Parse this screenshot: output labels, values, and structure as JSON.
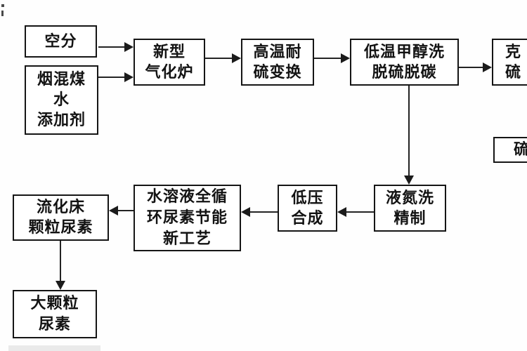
{
  "diagram": {
    "nodes": {
      "air_separation": {
        "line1": "空分"
      },
      "coal_water_additive": {
        "line1": "烟混煤",
        "line2": "水",
        "line3": "添加剂"
      },
      "gasifier": {
        "line1": "新型",
        "line2": "气化炉"
      },
      "shift_conversion": {
        "line1": "高温耐",
        "line2": "硫变换"
      },
      "methanol_wash": {
        "line1": "低温甲醇洗",
        "line2": "脱硫脱碳"
      },
      "claus_recovery_cut": {
        "line1": "克",
        "line2": "硫"
      },
      "sulfur_cut": {
        "line1": "硫"
      },
      "nitrogen_wash": {
        "line1": "液氮洗",
        "line2": "精制"
      },
      "low_pressure_synthesis": {
        "line1": "低压",
        "line2": "合成"
      },
      "urea_process": {
        "line1": "水溶液全循",
        "line2": "环尿素节能",
        "line3": "新工艺"
      },
      "fluidized_bed_urea": {
        "line1": "流化床",
        "line2": "颗粒尿素"
      },
      "large_granule_urea": {
        "line1": "大颗粒",
        "line2": "尿素"
      }
    },
    "colors": {
      "box_border": "#151515",
      "box_fill": "#ffffff",
      "arrow": "#1b1b1b",
      "text": "#131313",
      "background": "#fefefe",
      "bottom_strip": "#eaeaea"
    }
  }
}
